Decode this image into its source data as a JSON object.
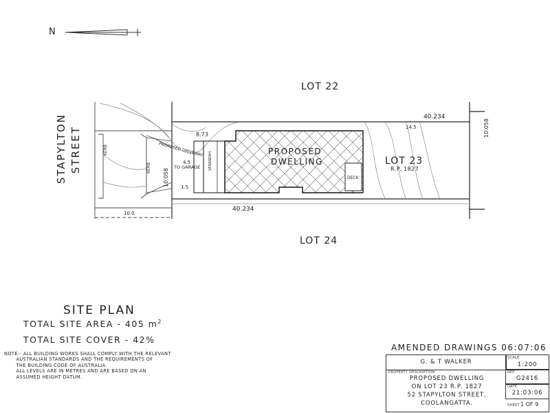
{
  "north_arrow": {
    "label": "N"
  },
  "lots": {
    "top": "LOT 22",
    "bottom": "LOT 24",
    "subject": "LOT 23",
    "subject_rp": "R.P. 1827"
  },
  "street": {
    "line1": "STAPYLTON",
    "line2": "STREET"
  },
  "plan_labels": {
    "dwelling_line1": "PROPOSED",
    "dwelling_line2": "DWELLING",
    "deck": "DECK",
    "verandah": "VERANDAH",
    "driveway": "PROPOSED DRIVEWAY",
    "garage": "TO GARAGE",
    "kerb_upper": "KERB",
    "kerb_lower": "KERB"
  },
  "dimensions": {
    "top_length": "40.234",
    "bottom_length": "40.234",
    "left_width": "10.058",
    "right_width": "10.058",
    "setback_top": "8.73",
    "setback_small": "4.5",
    "setback_left": "1.5",
    "footpath_width": "10.0",
    "rear_setback": "14.5"
  },
  "site_plan": {
    "title": "SITE PLAN",
    "area": "TOTAL SITE AREA - 405 m",
    "area_sup": "2",
    "cover": "TOTAL SITE COVER - 42%"
  },
  "notes": {
    "text": "NOTE:- ALL BUILDING WORKS SHALL COMPLY WITH THE RELEVANT\n       AUSTRALIAN STANDARDS AND THE REQUIREMENTS OF\n       THE BUILDING CODE OF AUSTRALIA.\n       ALL LEVELS ARE IN METRES AND ARE BASED ON AN\n       ASSUMED HEIGHT DATUM."
  },
  "amended": "AMENDED DRAWINGS 06:07:06",
  "title_block": {
    "client": "G. & T WALKER",
    "scale_caption": "SCALE",
    "scale": "1:200",
    "property_caption": "PROPERTY DESCRIPTION",
    "line1": "PROPOSED DWELLING",
    "line2": "ON LOT 23 R.P. 1827",
    "line3": "52 STAPYLTON STREET,",
    "line4": "COOLANGATTA.",
    "ref_caption": "REF.",
    "ref": "G2416",
    "date_caption": "DATE",
    "date": "21:03:06",
    "sheet_caption": "SHEET",
    "sheet": "1 OF 9"
  },
  "colors": {
    "ink": "#1a1a1a",
    "line": "#333333",
    "contour": "#8a8a8a",
    "paper": "#ffffff"
  }
}
